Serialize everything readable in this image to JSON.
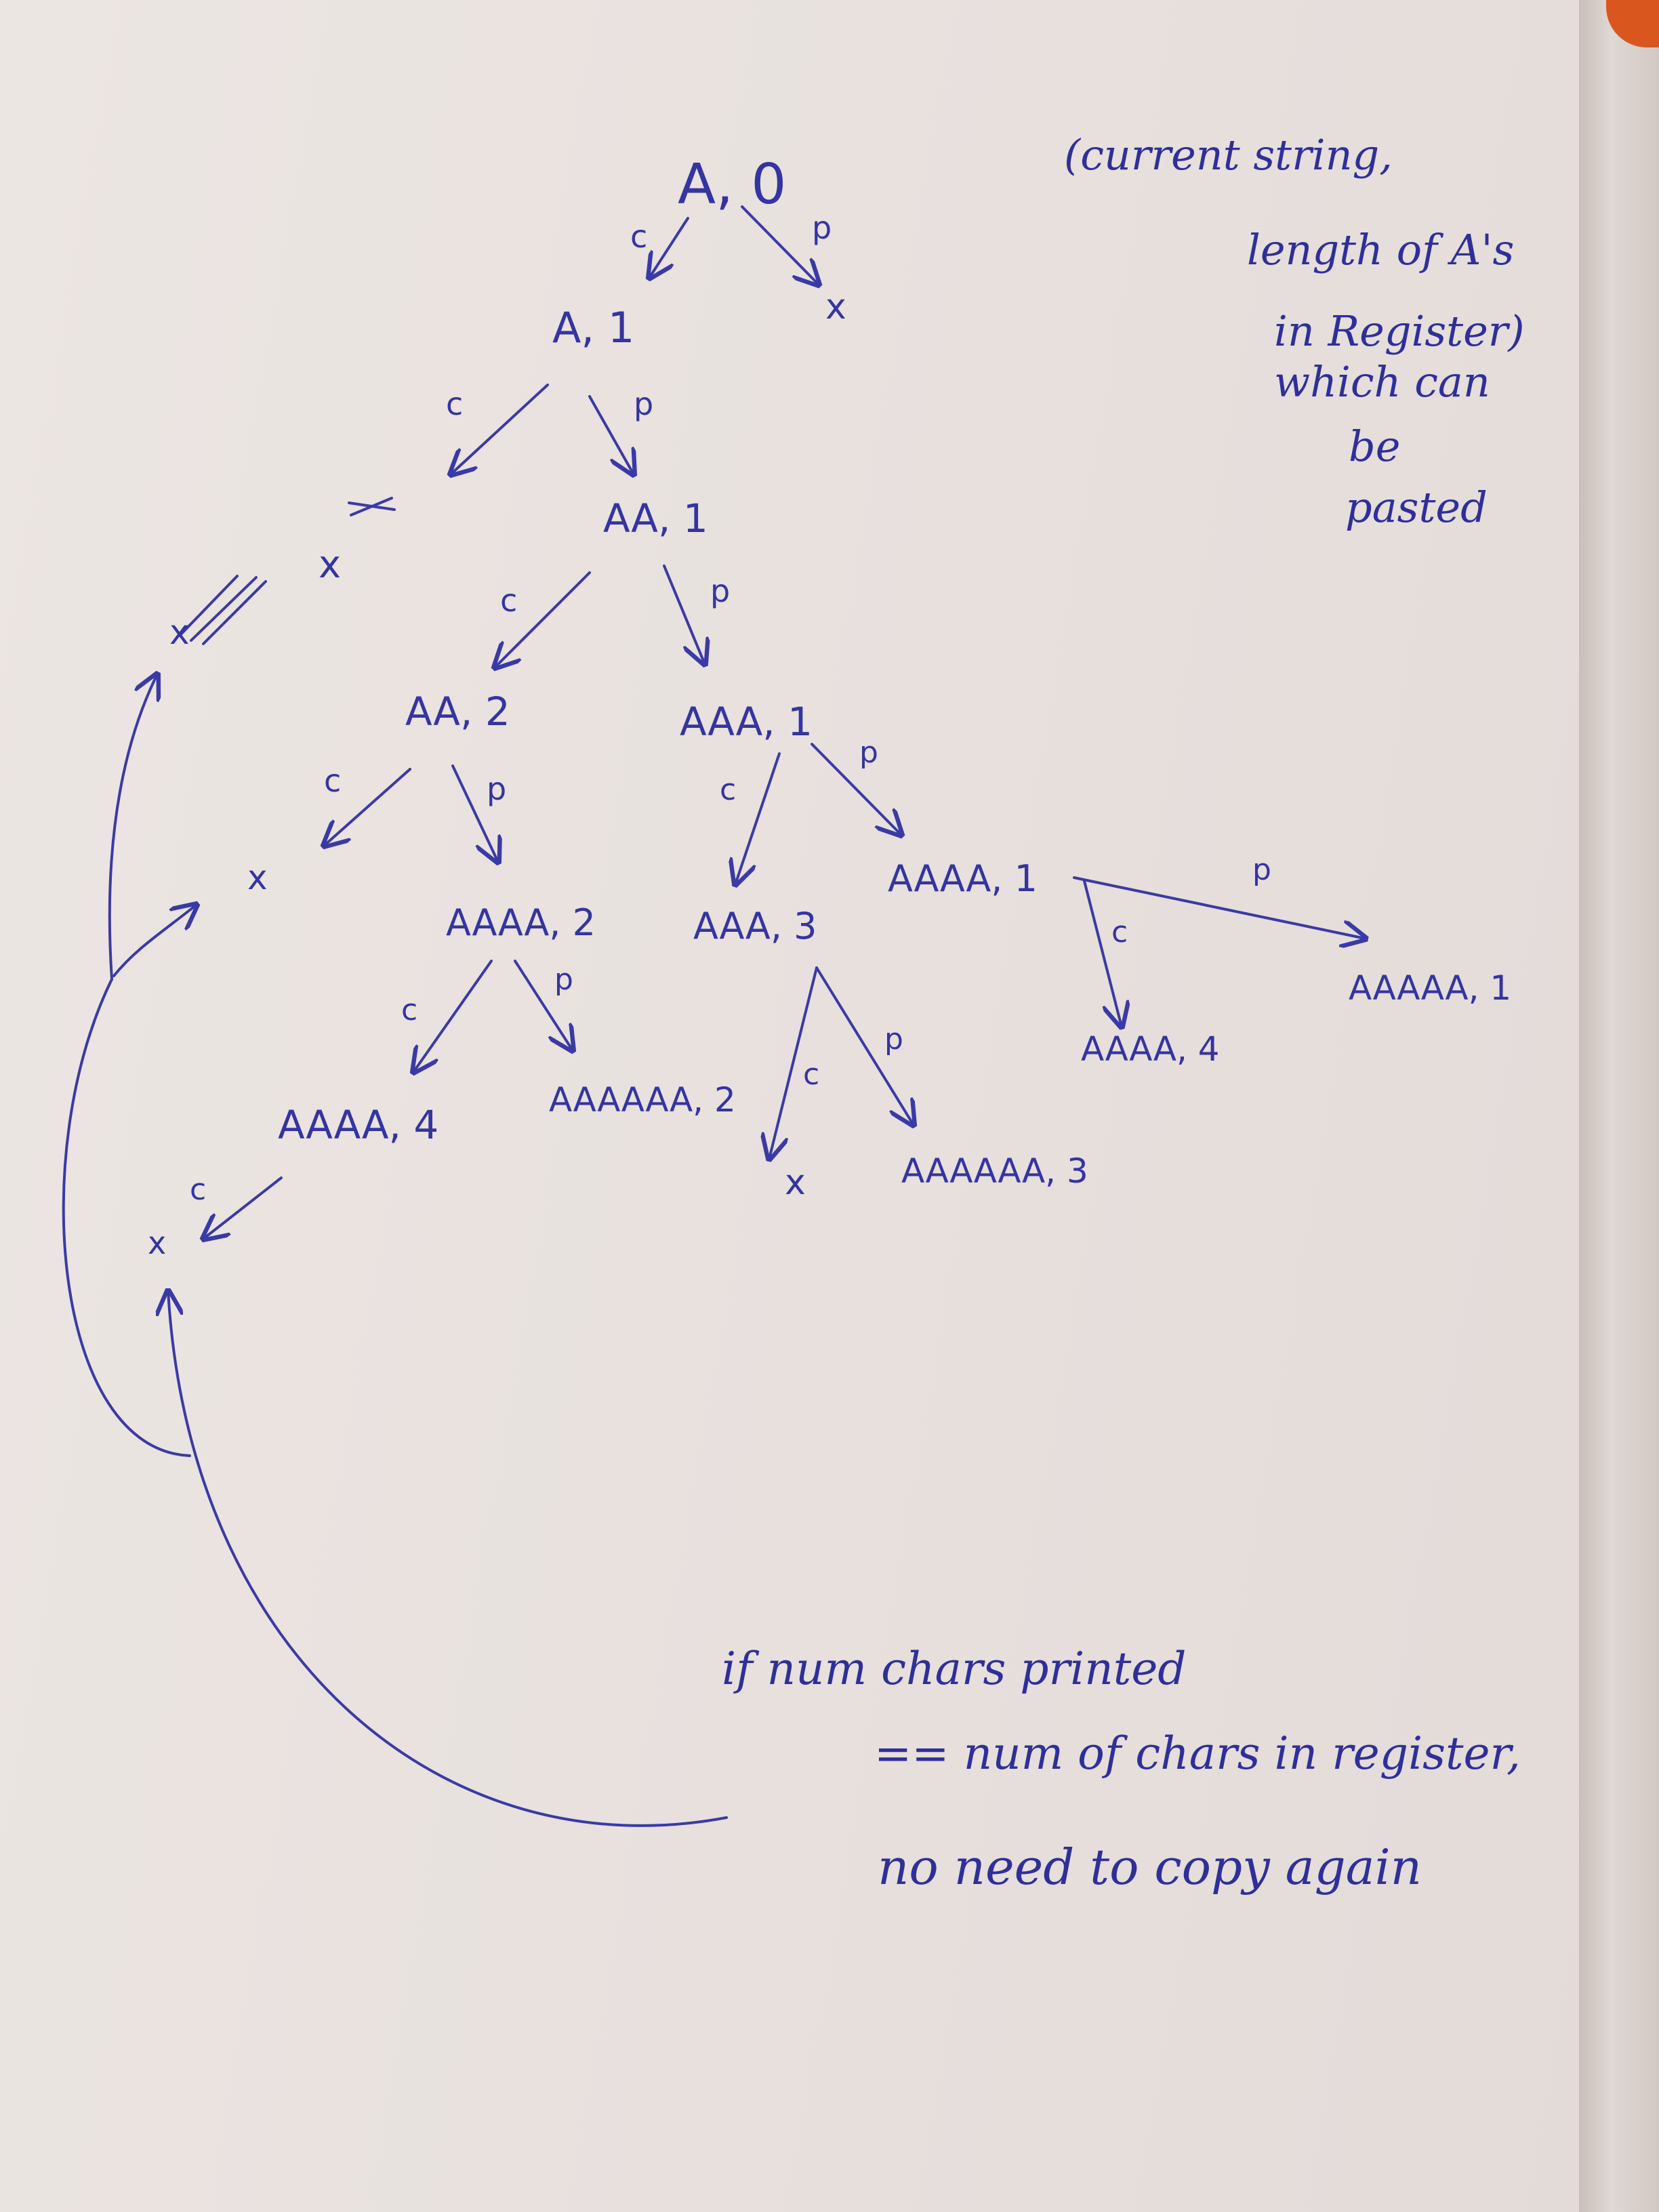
{
  "legend": {
    "lines": [
      "(current string,",
      "length of A's",
      "in Register)",
      "which can",
      "be",
      "pasted"
    ]
  },
  "nodes": {
    "root": "A, 0",
    "n_a1": "A, 1",
    "n_aa1": "AA, 1",
    "n_aa2": "AA, 2",
    "n_aaa1": "AAA, 1",
    "n_aaaa2": "AAAA, 2",
    "n_aaa3": "AAA, 3",
    "n_aaaa1": "AAAA, 1",
    "n_aaaa4_left": "AAAA, 4",
    "n_aaaaaa2": "AAAAAA, 2",
    "n_aaaaaa3": "AAAAAA, 3",
    "n_aaaa4_right": "AAAA, 4",
    "n_aaaaa1": "AAAAA, 1"
  },
  "edge_labels": {
    "copy": "c",
    "paste": "p"
  },
  "dead_end_mark": "x",
  "note": {
    "lines": [
      "if num chars printed",
      "== num of chars in register,",
      "no need to copy again"
    ]
  }
}
